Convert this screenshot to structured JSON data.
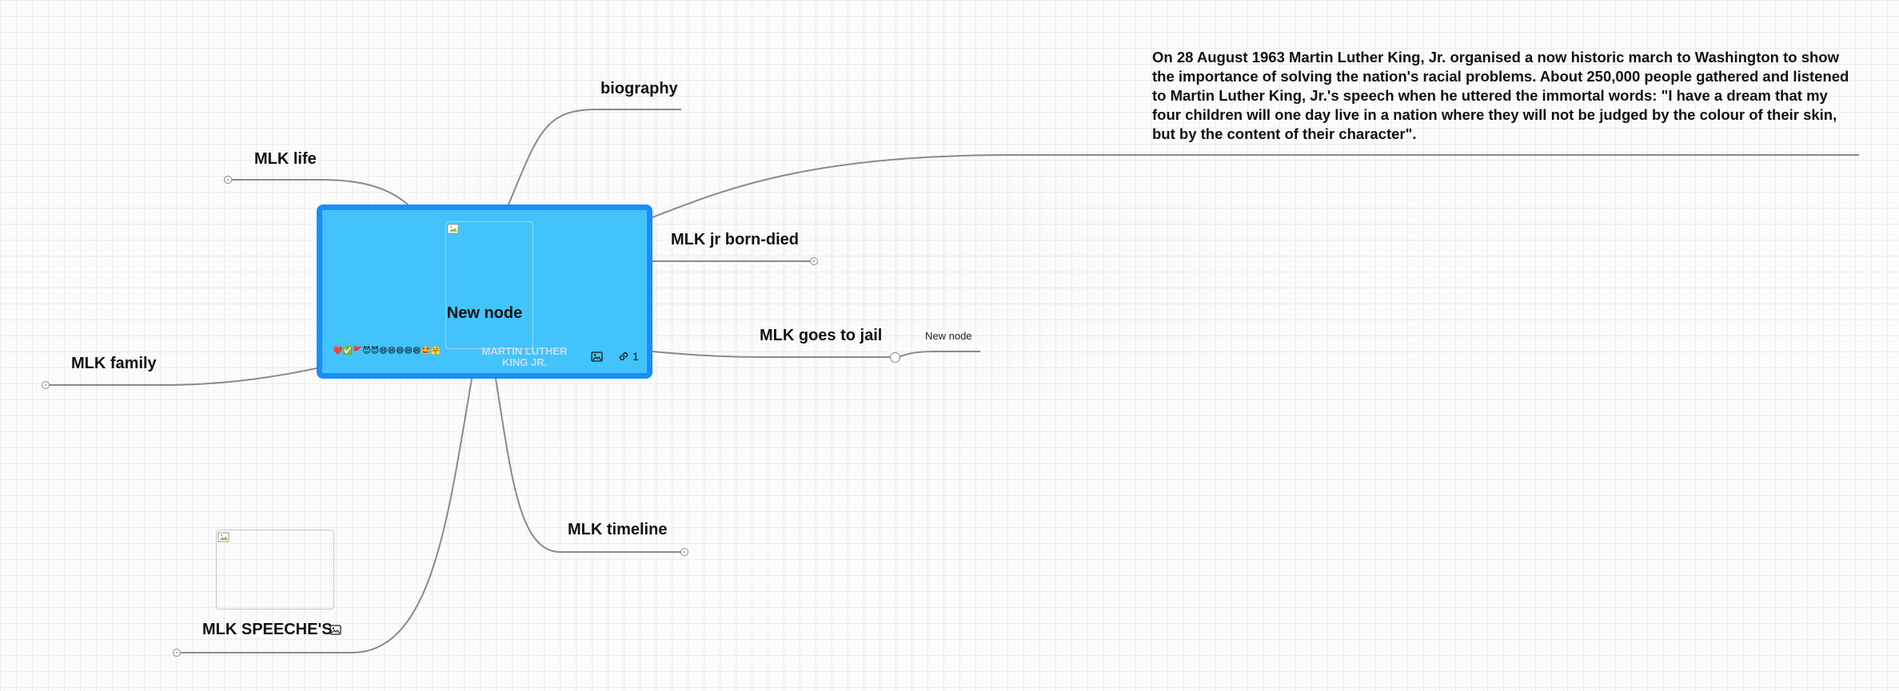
{
  "central": {
    "title": "New node",
    "emoji_row": "❤️✅🚩😈😈😄😄😄😄😄🤩🤗",
    "caption": "MARTIN LUTHER KING JR.",
    "link_count": "1",
    "image_icon": "image-icon",
    "link_icon": "link-icon"
  },
  "branches": {
    "biography": "biography",
    "mlk_life": "MLK life",
    "mlk_born_died": "MLK jr born-died",
    "mlk_jail": "MLK goes to jail",
    "jail_child": "New node",
    "mlk_family": "MLK family",
    "mlk_timeline": "MLK timeline",
    "mlk_speeches": "MLK SPEECHE'S"
  },
  "dream_text": "On 28 August 1963 Martin Luther King, Jr. organised a now historic march to Washington to show the importance of solving the nation's racial problems. About 250,000 people gathered and listened to Martin Luther King, Jr.'s speech when he uttered the immortal words: \"I have a dream that my four children will one day live in a nation where they will not be judged by the colour of their skin, but by the content of their character\".",
  "colors": {
    "central_fill": "#43c3fb",
    "central_border": "#1a8dfa",
    "edge": "#8a8a8a"
  }
}
